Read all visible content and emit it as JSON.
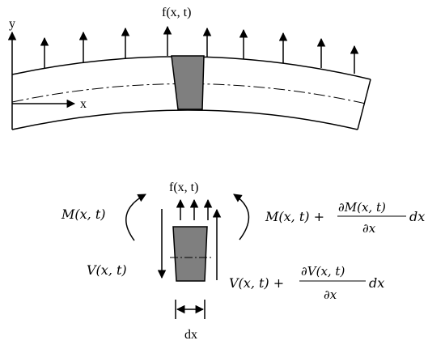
{
  "top": {
    "y_label": "y",
    "x_label": "x",
    "load_label": "f(x, t)"
  },
  "fbd": {
    "load_label": "f(x, t)",
    "moment_left": "M(x, t)",
    "moment_right_base": "M(x, t) +",
    "moment_right_num": "∂M(x, t)",
    "moment_right_den": "∂x",
    "moment_right_dx": "dx",
    "shear_left": "V(x, t)",
    "shear_right_base": "V(x, t) +",
    "shear_right_num": "∂V(x, t)",
    "shear_right_den": "∂x",
    "shear_right_dx": "dx",
    "width_label": "dx"
  },
  "colors": {
    "element_fill": "#7f7f7f",
    "stroke": "#000000"
  }
}
